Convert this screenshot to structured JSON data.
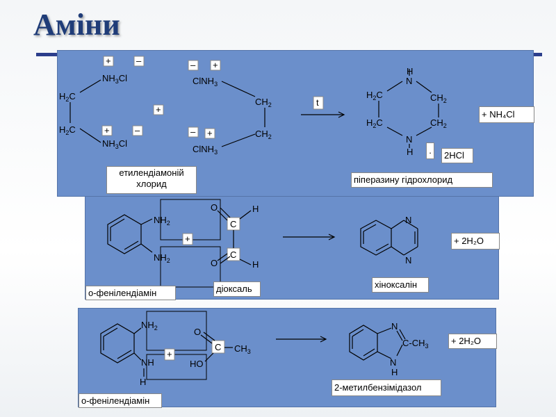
{
  "title": "Аміни",
  "panel1": {
    "left_label": "етилендіамоній\nхлорид",
    "right_label": "піперазину   гідрохлорид",
    "reaction_condition": "t",
    "byproduct": "+  NH₄Cl",
    "salt": "2HCl",
    "dot": "."
  },
  "panel2": {
    "reactant1_label": "o-фенілендіамін",
    "reactant2_label": "діоксаль",
    "product_label": "хіноксалін",
    "byproduct": "+  2H₂O"
  },
  "panel3": {
    "reactant_label": "o-фенілендіамін",
    "product_label": "2-метилбензімідазол",
    "byproduct": "+  2H₂O"
  }
}
